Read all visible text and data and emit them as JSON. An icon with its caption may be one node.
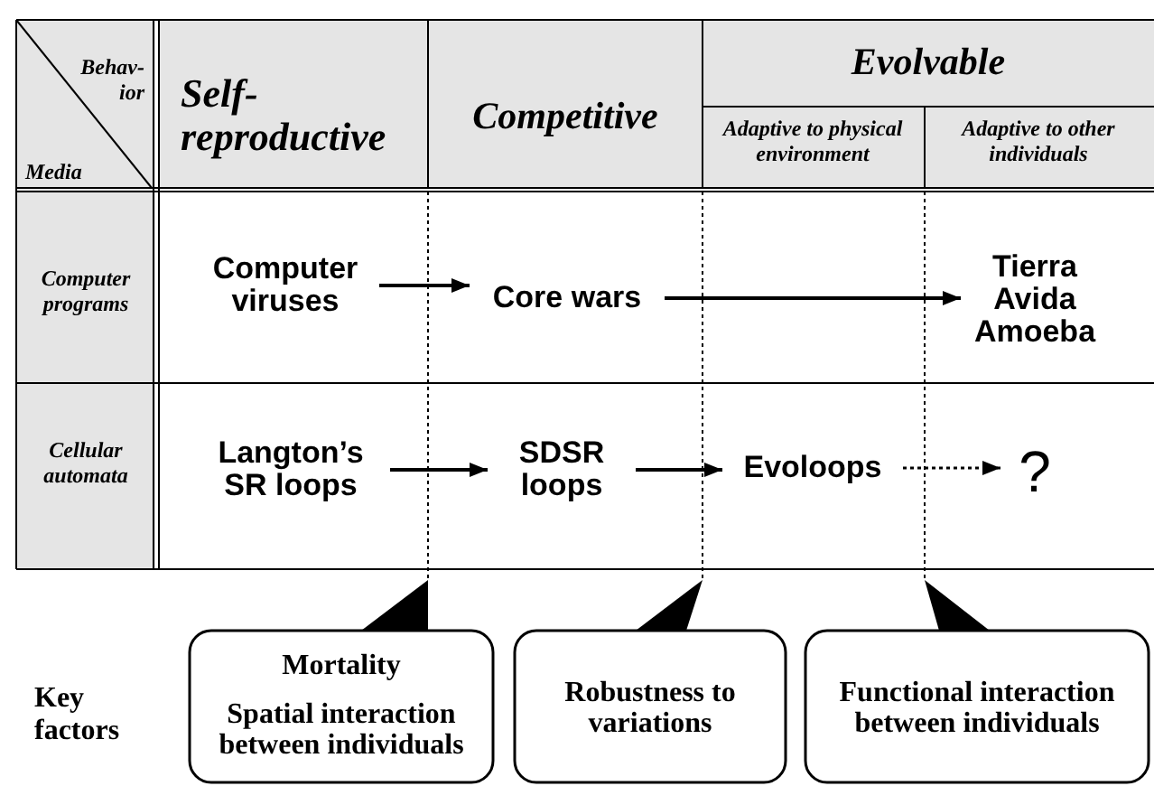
{
  "diagram": {
    "nodes": [
      {
        "text": [
          "Computer viruses"
        ]
      },
      {
        "text": [
          "Core wars"
        ]
      },
      {
        "text": [
          "Tierra Avida Amoeba"
        ]
      },
      {
        "text": [
          "Langton’s SR loops"
        ]
      },
      {
        "text": [
          "SDSR loops"
        ]
      },
      {
        "text": [
          "Evoloops"
        ]
      },
      {
        "text": [
          "?"
        ]
      },
      {
        "text": [
          "Mortality",
          "Spatial interaction between individuals"
        ]
      },
      {
        "text": [
          "Robustness to variations"
        ]
      },
      {
        "text": [
          "Functional interaction between individuals"
        ]
      }
    ],
    "edges": [
      {
        "from": 0,
        "to": 1,
        "arrow": "to"
      },
      {
        "from": 1,
        "to": 2,
        "arrow": "to"
      },
      {
        "from": 3,
        "to": 4,
        "arrow": "to"
      },
      {
        "from": 4,
        "to": 5,
        "arrow": "to"
      },
      {
        "from": 5,
        "to": 6,
        "arrow": "to",
        "style": "dashed"
      }
    ],
    "labels": [
      "Behav- ior",
      "Media",
      "Self- reproductive",
      "Competitive",
      "Evolvable",
      "Adaptive to physical environment",
      "Adaptive to other individuals",
      "Computer programs",
      "Cellular automata",
      "Key factors"
    ]
  }
}
